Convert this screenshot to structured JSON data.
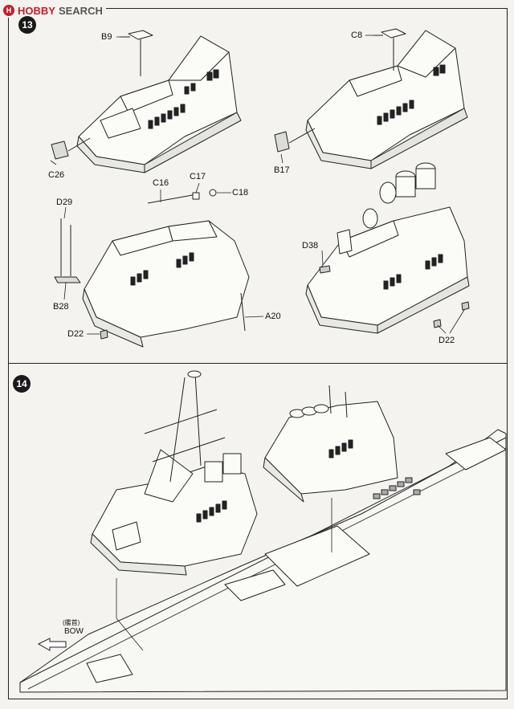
{
  "watermark": {
    "brand": "HOBBY",
    "search": "SEARCH",
    "logo_icon": "hobbysearch-logo"
  },
  "steps": {
    "step13": "13",
    "step14": "14"
  },
  "parts13": {
    "b9": "B9",
    "c8": "C8",
    "c26": "C26",
    "b17": "B17",
    "c16": "C16",
    "c17": "C17",
    "c18": "C18",
    "d29": "D29",
    "b28": "B28",
    "d22_left": "D22",
    "a20": "A20",
    "d38": "D38",
    "d22_right": "D22"
  },
  "step14": {
    "bow_cn": "(艦首)",
    "bow": "BOW"
  },
  "footer": ""
}
